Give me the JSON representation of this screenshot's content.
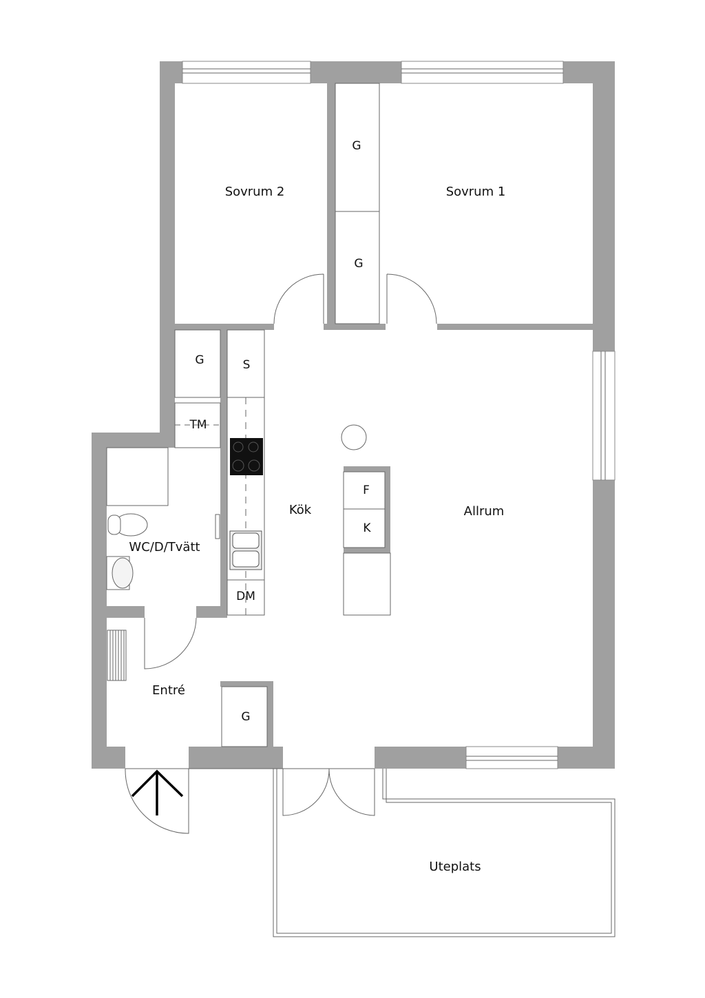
{
  "rooms": {
    "sovrum2": "Sovrum 2",
    "sovrum1": "Sovrum 1",
    "closet_g1": "G",
    "closet_g2": "G",
    "closet_g3": "G",
    "closet_g4": "G",
    "storage_s": "S",
    "tm": "TM",
    "kok": "Kök",
    "allrum": "Allrum",
    "fridge": "F",
    "freezer": "K",
    "bath": "WC/D/Tvätt",
    "dm": "DM",
    "entre": "Entré",
    "uteplats": "Uteplats"
  },
  "colors": {
    "wall": "#a0a0a0",
    "line": "#666666"
  }
}
